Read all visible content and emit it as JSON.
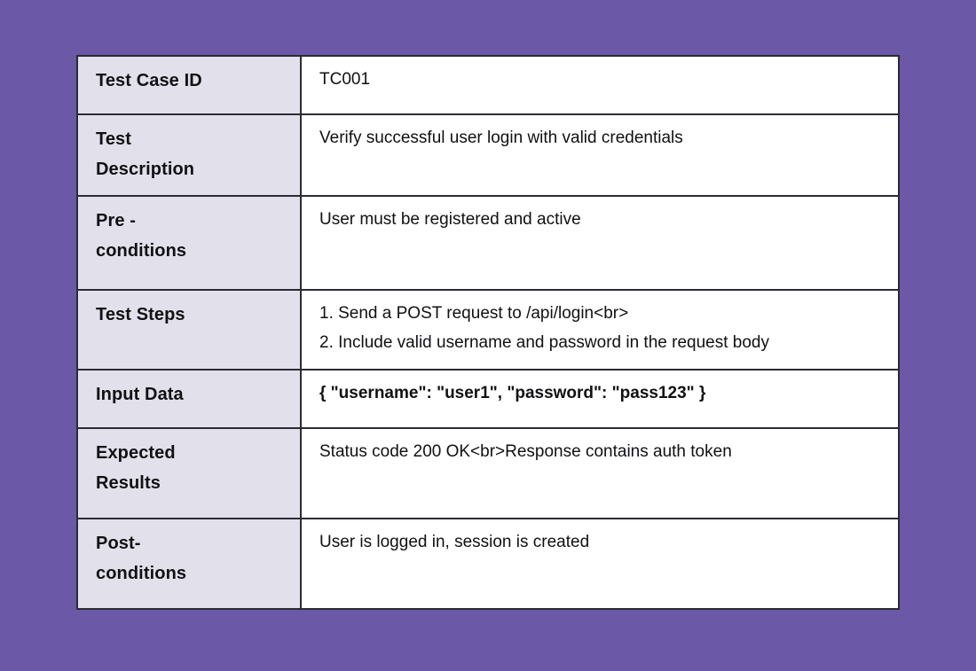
{
  "page": {
    "background_color": "#6b58a6",
    "table_background_color": "#ffffff",
    "label_column_color": "#e2e0eb",
    "border_color": "#2b2b33",
    "text_color": "#111114"
  },
  "table": {
    "rows": [
      {
        "label": "Test Case ID",
        "name": "test-case-id",
        "bold_value": false,
        "lines": [
          "TC001"
        ]
      },
      {
        "label": "Test Description",
        "label_lines": [
          "Test",
          "Description"
        ],
        "name": "test-description",
        "bold_value": false,
        "lines": [
          "Verify successful user login with valid credentials"
        ]
      },
      {
        "label": "Pre - conditions",
        "label_lines": [
          "Pre -",
          "conditions"
        ],
        "name": "pre-conditions",
        "bold_value": false,
        "lines": [
          "User must be registered and active"
        ]
      },
      {
        "label": "Test Steps",
        "label_lines": [
          "Test Steps"
        ],
        "name": "test-steps",
        "bold_value": false,
        "lines": [
          "1. Send a POST request to /api/login<br>",
          "2. Include valid username and password in the request body"
        ]
      },
      {
        "label": "Input Data",
        "label_lines": [
          "Input Data"
        ],
        "name": "input-data",
        "bold_value": true,
        "lines": [
          "{ \"username\": \"user1\", \"password\": \"pass123\" }"
        ]
      },
      {
        "label": "Expected Results",
        "label_lines": [
          "Expected",
          "Results"
        ],
        "name": "expected-results",
        "bold_value": false,
        "lines": [
          "Status code 200 OK<br>Response contains auth token"
        ]
      },
      {
        "label": "Post- conditions",
        "label_lines": [
          "Post-",
          "conditions"
        ],
        "name": "post-conditions",
        "bold_value": false,
        "lines": [
          "User is logged in, session is created"
        ]
      }
    ]
  }
}
